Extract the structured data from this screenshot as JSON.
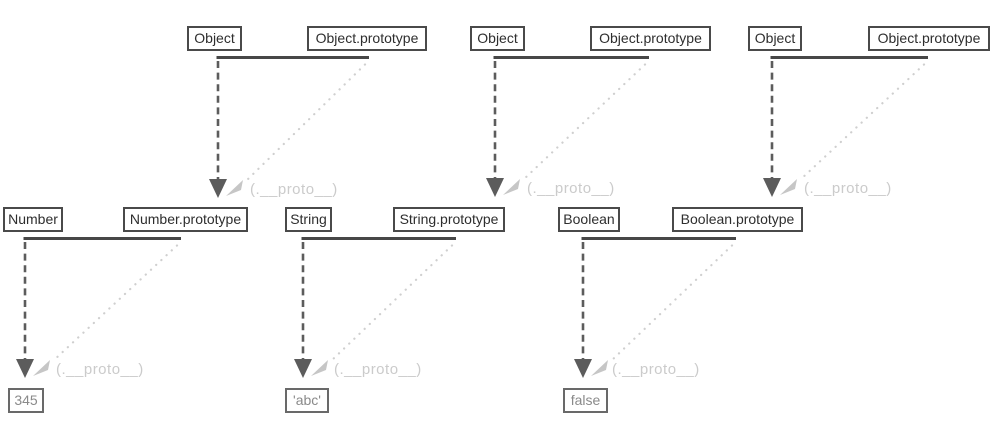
{
  "diagram": {
    "proto_label": "(.__proto__)",
    "top_groups": [
      {
        "constructor": "Object",
        "prototype": "Object.prototype"
      },
      {
        "constructor": "Object",
        "prototype": "Object.prototype"
      },
      {
        "constructor": "Object",
        "prototype": "Object.prototype"
      }
    ],
    "middle_groups": [
      {
        "constructor": "Number",
        "prototype": "Number.prototype",
        "value": "345"
      },
      {
        "constructor": "String",
        "prototype": "String.prototype",
        "value": "'abc'"
      },
      {
        "constructor": "Boolean",
        "prototype": "Boolean.prototype",
        "value": "false"
      }
    ],
    "colors": {
      "box_border": "#4a4a4a",
      "solid_line": "#474747",
      "dashed_arrow": "#5c5c5c",
      "proto_link": "#cfcfcf",
      "proto_label_text": "#cbcbcb",
      "value_text": "#8a8a8a",
      "background": "#ffffff"
    }
  }
}
